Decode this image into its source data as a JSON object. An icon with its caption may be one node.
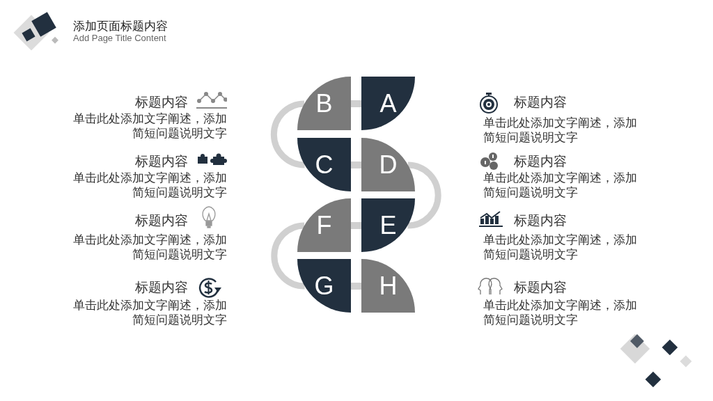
{
  "diagram": {
    "title": "添加页面标题内容",
    "nodes": [
      {
        "text": [
          "B"
        ]
      },
      {
        "text": [
          "A"
        ]
      },
      {
        "text": [
          "C"
        ]
      },
      {
        "text": [
          "D"
        ]
      },
      {
        "text": [
          "F"
        ]
      },
      {
        "text": [
          "E"
        ]
      },
      {
        "text": [
          "G"
        ]
      },
      {
        "text": [
          "H"
        ]
      }
    ],
    "edges": [
      {
        "from": 0,
        "to": 1,
        "arrow": "none"
      },
      {
        "from": 0,
        "to": 2,
        "arrow": "none"
      },
      {
        "from": 2,
        "to": 3,
        "arrow": "none"
      },
      {
        "from": 3,
        "to": 5,
        "arrow": "none"
      },
      {
        "from": 4,
        "to": 5,
        "arrow": "none"
      },
      {
        "from": 4,
        "to": 6,
        "arrow": "none"
      },
      {
        "from": 6,
        "to": 7,
        "arrow": "none"
      }
    ],
    "labels": [
      "Add Page Title Content",
      "标题内容",
      "单击此处添加文字阐述，添加简短问题说明文字",
      "标题内容",
      "单击此处添加文字阐述，添加简短问题说明文字",
      "标题内容",
      "单击此处添加文字阐述，添加简短问题说明文字",
      "标题内容",
      "单击此处添加文字阐述，添加简短问题说明文字",
      "标题内容",
      "单击此处添加文字阐述，添加简短问题说明文字",
      "标题内容",
      "单击此处添加文字阐述，添加简短问题说明文字",
      "标题内容",
      "单击此处添加文字阐述，添加简短问题说明文字",
      "标题内容",
      "单击此处添加文字阐述，添加简短问题说明文字"
    ]
  }
}
